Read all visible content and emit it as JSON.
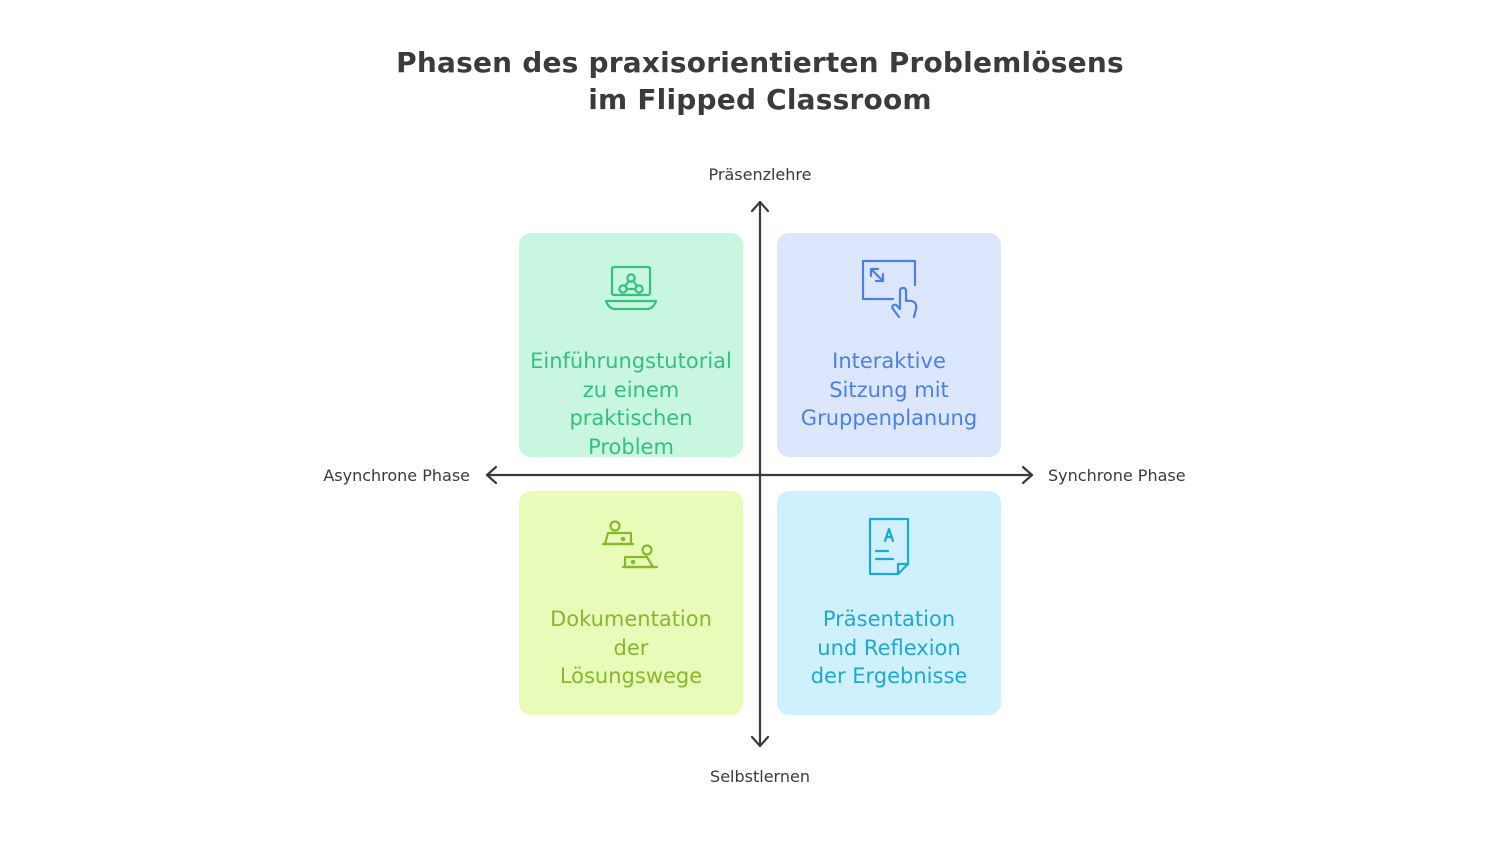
{
  "title": {
    "line1": "Phasen des praxisorientierten Problemlösens",
    "line2": "im Flipped Classroom"
  },
  "axes": {
    "top": "Präsenzlehre",
    "bottom": "Selbstlernen",
    "left": "Asynchrone Phase",
    "right": "Synchrone Phase"
  },
  "quadrants": {
    "top_left": {
      "lines": [
        "Einführungstutorial",
        "zu einem",
        "praktischen",
        "Problem"
      ],
      "icon": "laptop-people-icon",
      "color": "#35c07e",
      "background": "#c8f6e0"
    },
    "top_right": {
      "lines": [
        "Interaktive",
        "Sitzung mit",
        "Gruppenplanung"
      ],
      "icon": "touch-screen-icon",
      "color": "#4a80e8",
      "background": "#dce7fd"
    },
    "bottom_left": {
      "lines": [
        "Dokumentation",
        "der",
        "Lösungswege"
      ],
      "icon": "people-laptops-icon",
      "color": "#86b92d",
      "background": "#e8fbb8"
    },
    "bottom_right": {
      "lines": [
        "Präsentation",
        "und Reflexion",
        "der Ergebnisse"
      ],
      "icon": "graded-document-icon",
      "color": "#1fa7d5",
      "background": "#cff1fd"
    }
  }
}
